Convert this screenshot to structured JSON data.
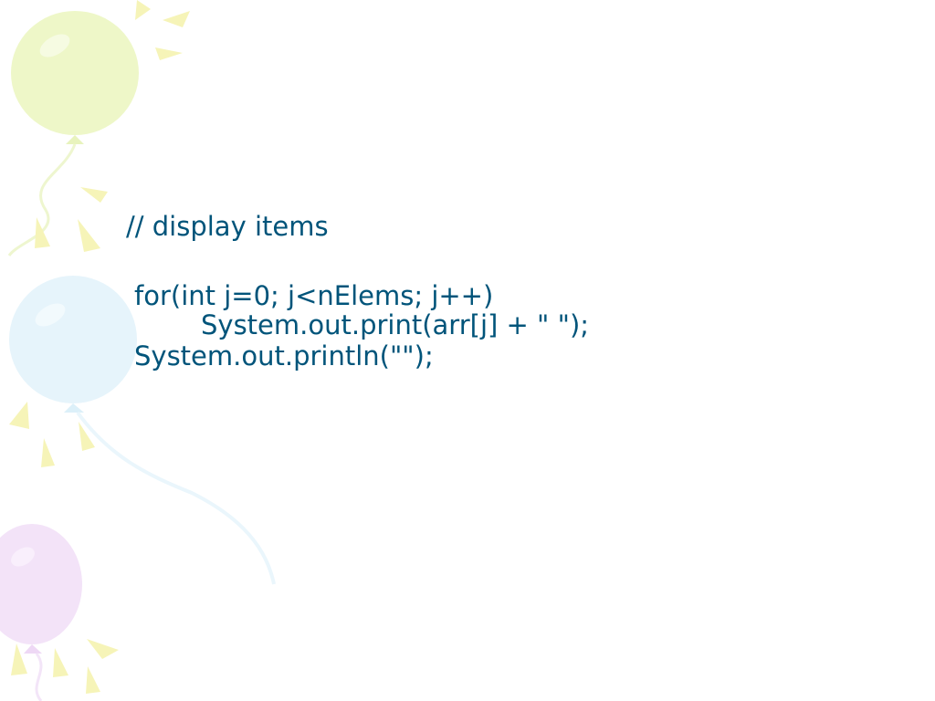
{
  "slide": {
    "code_lines": [
      "// display items",
      "for(int j=0; j<nElems; j++)",
      "System.out.print(arr[j] + \" \");",
      "System.out.println(\"\");"
    ]
  },
  "colors": {
    "text": "#00547a",
    "background": "#ffffff",
    "balloon_green": "#eef7c8",
    "balloon_blue": "#e6f4fb",
    "balloon_purple": "#f3e3f8",
    "sparkle_yellow": "#f6f4b8"
  },
  "icons": [
    "green-balloon-icon",
    "blue-balloon-icon",
    "purple-balloon-icon",
    "sparkle-icon"
  ]
}
